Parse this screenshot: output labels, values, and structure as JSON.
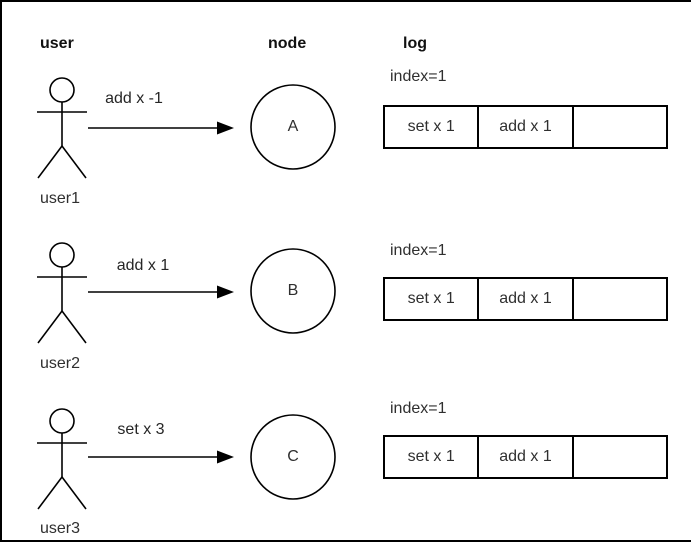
{
  "colors": {
    "stroke": "#000000",
    "background": "#ffffff",
    "text": "#2f2f2f",
    "heading": "#111111"
  },
  "columns": {
    "user": "user",
    "node": "node",
    "log": "log"
  },
  "rows": [
    {
      "user": "user1",
      "message": "add x -1",
      "node": "A",
      "log_index": "index=1",
      "log_cells": [
        "set x 1",
        "add x 1",
        ""
      ]
    },
    {
      "user": "user2",
      "message": "add x 1",
      "node": "B",
      "log_index": "index=1",
      "log_cells": [
        "set x 1",
        "add x 1",
        ""
      ]
    },
    {
      "user": "user3",
      "message": "set x 3",
      "node": "C",
      "log_index": "index=1",
      "log_cells": [
        "set x 1",
        "add x 1",
        ""
      ]
    }
  ]
}
